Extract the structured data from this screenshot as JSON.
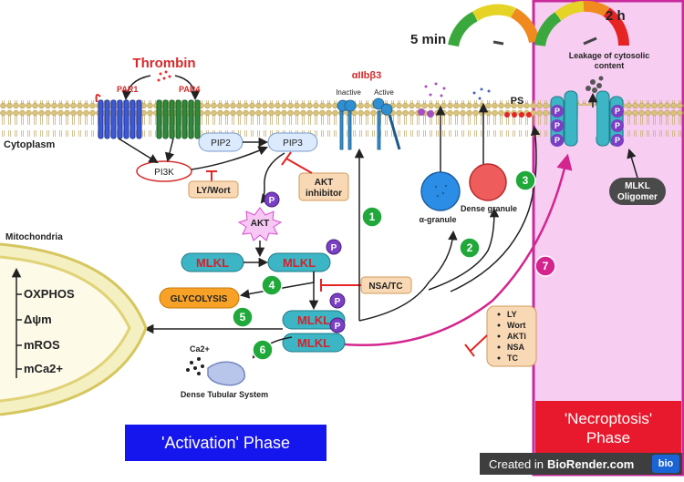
{
  "top": {
    "five_min": "5 min",
    "two_h": "2 h",
    "leakage": [
      "Leakage of cytosolic",
      "content"
    ],
    "thrombin": "Thrombin",
    "par1": "PAR1",
    "par4": "PAR4",
    "integrin": "αIIbβ3",
    "inactive": "Inactive",
    "active": "Active",
    "ps": "PS",
    "cytoplasm": "Cytoplasm"
  },
  "signaling": {
    "pip2": "PIP2",
    "pip3": "PIP3",
    "pi3k": "PI3K",
    "ly_wort": "LY/Wort",
    "akt_inhibitor": [
      "AKT",
      "inhibitor"
    ],
    "akt": "AKT",
    "p": "P",
    "mlkl": "MLKL",
    "glycolysis": "GLYCOLYSIS",
    "nsa_tc": "NSA/TC",
    "alpha_granule": "α-granule",
    "dense_granule": "Dense granule",
    "mlkl_oligomer": [
      "MLKL",
      "Oligomer"
    ],
    "inhibitors_list": [
      "LY",
      "Wort",
      "AKTi",
      "NSA",
      "TC"
    ],
    "ca": "Ca2+",
    "dts": "Dense Tubular System"
  },
  "mito": {
    "title": "Mitochondria",
    "oxphos": "OXPHOS",
    "delta_psi": "Δψm",
    "mros": "mROS",
    "mca": "mCa2+"
  },
  "steps": [
    "1",
    "2",
    "3",
    "4",
    "5",
    "6",
    "7"
  ],
  "phases": {
    "activation": "'Activation' Phase",
    "necroptosis_1": "'Necroptosis'",
    "necroptosis_2": "Phase"
  },
  "credit": {
    "prefix": "Created in",
    "brand": "BioRender.com",
    "badge": "bio"
  },
  "colors": {
    "necroptosis_bg": "#f7cdf2",
    "necroptosis_border": "#c82a9c",
    "step_green": "#21a83a",
    "step_magenta": "#d4258f",
    "mlkl_teal": "#3cb5c4",
    "mlkl_text": "#d6212b",
    "phospho": "#7a3fc4",
    "activation_blue": "#1515ee",
    "necro_red": "#e8192c"
  }
}
